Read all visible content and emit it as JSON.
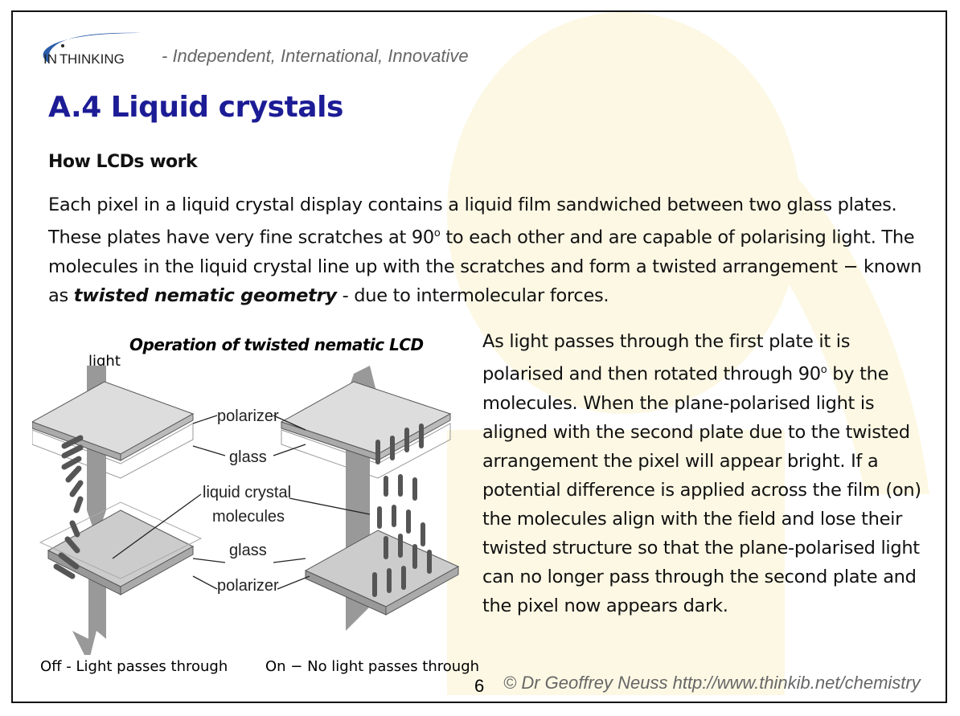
{
  "header": {
    "logo_text": "INTHINKING",
    "tagline": "- Independent, International, Innovative"
  },
  "title": "A.4 Liquid crystals",
  "subtitle": "How LCDs work",
  "paragraph": {
    "part1": "Each pixel in a liquid crystal display contains a liquid film sandwiched between two glass plates. These plates have very fine scratches at 90",
    "sup1": "o",
    "part2": " to each other and are capable of polarising light. The molecules in the liquid crystal line up with the scratches and form a twisted arrangement − known as ",
    "emphasis": "twisted nematic geometry",
    "part3": " -  due to intermolecular forces."
  },
  "right_text": {
    "part1": "As light passes through the first plate it is polarised and then rotated through 90",
    "sup": "o",
    "part2": " by the molecules. When the plane-polarised light is aligned with the second plate due to the twisted arrangement the pixel will appear bright. If a potential difference is applied across the film (on) the molecules align with the field and lose their twisted structure so that the plane-polarised light can no longer pass through the second plate and the pixel now appears dark."
  },
  "figure": {
    "caption": "Operation of twisted nematic LCD",
    "light_label": "light",
    "labels": {
      "polarizer_top": "polarizer",
      "glass_top": "glass",
      "lc1": "liquid crystal",
      "lc2": "molecules",
      "glass_bottom": "glass",
      "polarizer_bottom": "polarizer"
    },
    "off_caption": "Off - Light passes through",
    "on_caption": "On − No light passes through"
  },
  "footer": {
    "page_number": "6",
    "credit": "© Dr Geoffrey Neuss http://www.thinkib.net/chemistry"
  },
  "colors": {
    "title": "#1c1c96",
    "watermark": "#fbf6dc"
  }
}
